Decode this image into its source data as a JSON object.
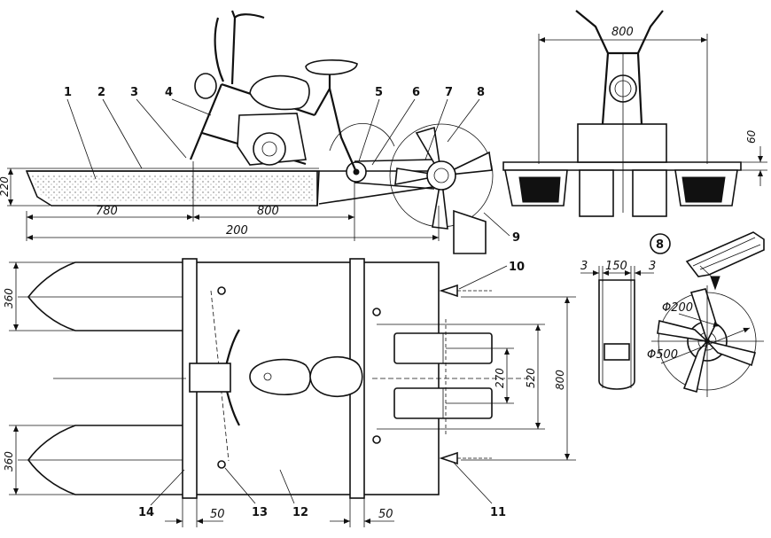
{
  "callouts": [
    "1",
    "2",
    "3",
    "4",
    "5",
    "6",
    "7",
    "8",
    "9",
    "10",
    "11",
    "12",
    "13",
    "14"
  ],
  "detail_marker": "8",
  "dimensions": {
    "side_height": "220",
    "side_len_a": "780",
    "side_len_b": "800",
    "side_total": "200",
    "front_width": "800",
    "front_height": "60",
    "plan_hull_top": "360",
    "plan_hull_bottom": "360",
    "plan_inner": "270",
    "plan_mid": "520",
    "plan_total": "800",
    "plan_gap_left": "50",
    "plan_gap_right": "50",
    "detail_gap_left": "3",
    "detail_width": "150",
    "detail_gap_right": "3",
    "detail_hub_dia": "Φ200",
    "detail_wheel_dia": "Φ500"
  }
}
